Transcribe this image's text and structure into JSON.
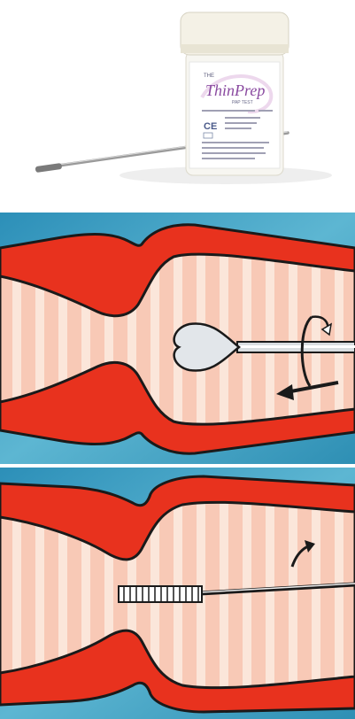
{
  "product": {
    "brand_prefix": "THE",
    "brand_name": "ThinPrep",
    "brand_suffix": "PAP TEST",
    "ce_mark": "CE"
  },
  "colors": {
    "background": "#ffffff",
    "tissue_red": "#e8321e",
    "tissue_pink": "#f5b8a8",
    "water_blue": "#3fa3c4",
    "outline": "#1a1a1a",
    "jar_cap": "#f4f1e6",
    "jar_body": "#f7f6f1"
  },
  "illustrations": [
    {
      "tool": "spatula",
      "icons": [
        "rotation-arrow-icon",
        "withdraw-arrow-icon"
      ]
    },
    {
      "tool": "cytobrush",
      "icons": [
        "rotation-arrow-icon"
      ]
    }
  ]
}
